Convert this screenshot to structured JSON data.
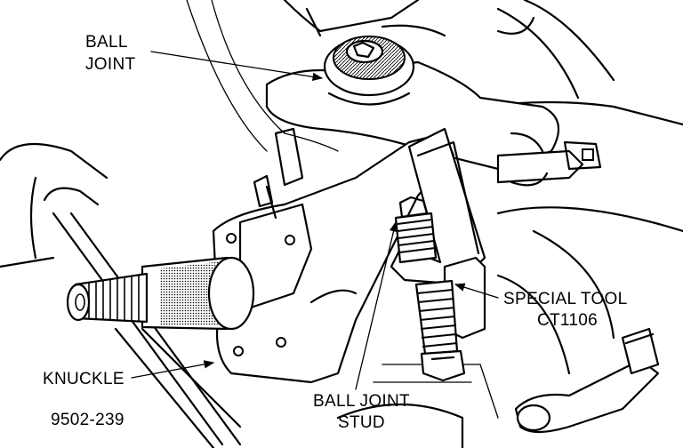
{
  "labels": {
    "ball_joint_l1": "BALL",
    "ball_joint_l2": "JOINT",
    "special_tool_l1": "SPECIAL TOOL",
    "special_tool_l2": "CT1106",
    "knuckle": "KNUCKLE",
    "ball_joint_stud_l1": "BALL JOINT",
    "ball_joint_stud_l2": "STUD",
    "figure_number": "9502-239"
  }
}
